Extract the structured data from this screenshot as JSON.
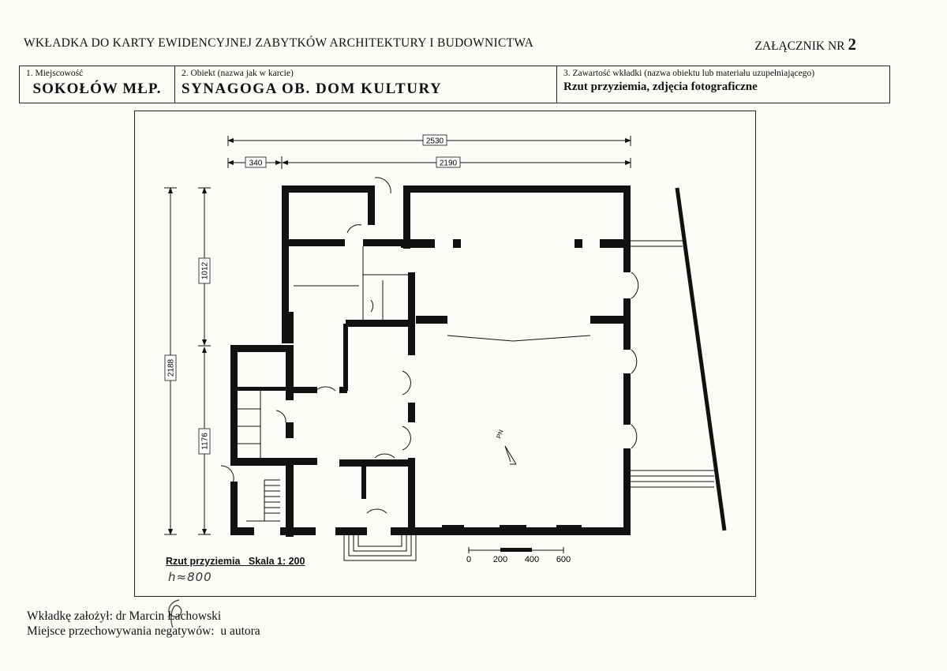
{
  "header": {
    "title": "WKŁADKA DO KARTY EWIDENCYJNEJ ZABYTKÓW ARCHITEKTURY I BUDOWNICTWA",
    "attachment_label": "ZAŁĄCZNIK NR",
    "attachment_number": "2"
  },
  "info": {
    "locality_label": "1. Miejscowość",
    "locality_value": "SOKOŁÓW MŁP.",
    "object_label": "2. Obiekt (nazwa jak w karcie)",
    "object_value": "SYNAGOGA OB. DOM KULTURY",
    "content_label": "3. Zawartość wkładki (nazwa obiektu lub materiału uzupełniającego)",
    "content_value": "Rzut przyziemia, zdjęcia fotograficzne"
  },
  "drawing": {
    "dim_total_width": "2530",
    "dim_left_part": "340",
    "dim_right_part": "2190",
    "dim_total_height": "2188",
    "dim_upper_height": "1012",
    "dim_lower_height": "1176",
    "north_label": "PN",
    "scale_ticks": [
      "0",
      "200",
      "400",
      "600"
    ],
    "caption": "Rzut przyziemia   Skala 1: 200",
    "handwritten_note": "h≈800"
  },
  "footer": {
    "founded_by": "Wkładkę założył: dr Marcin Łachowski",
    "negatives": "Miejsce przechowywania negatywów:  u autora"
  }
}
